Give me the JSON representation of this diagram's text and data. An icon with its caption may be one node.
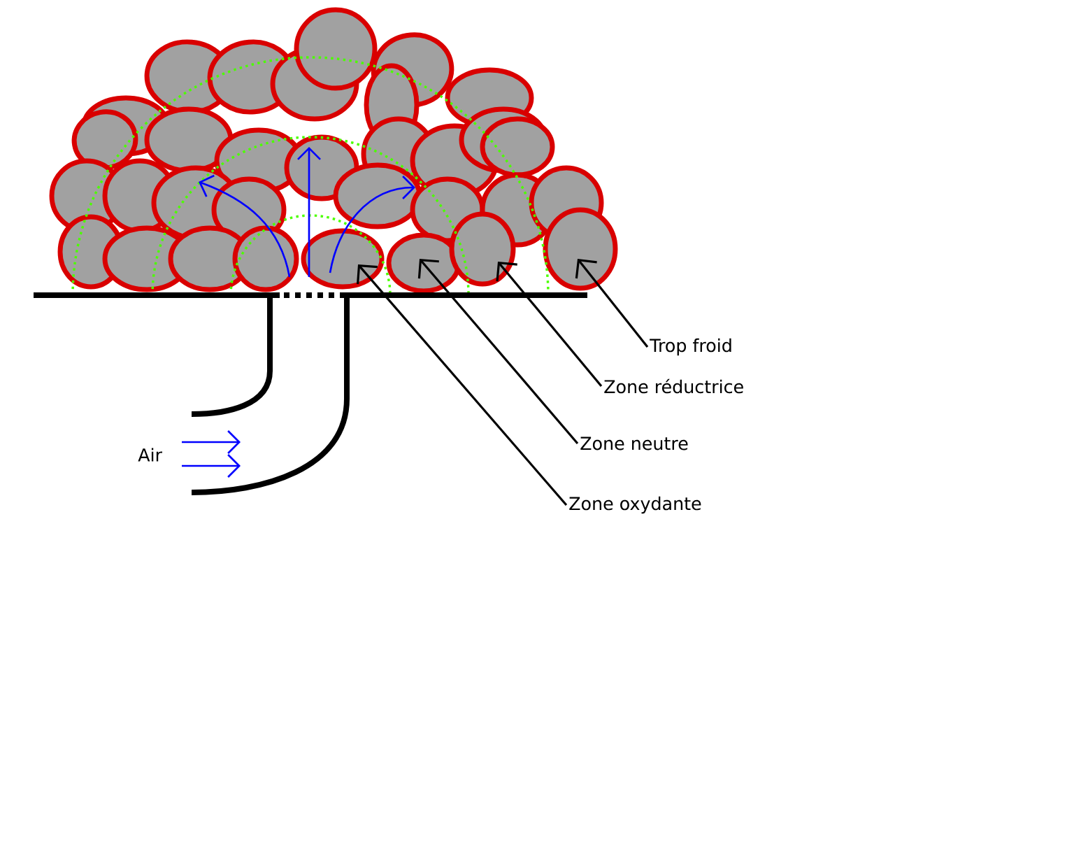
{
  "diagram": {
    "nodes": [
      {
        "text": [
          "Trop froid"
        ]
      },
      {
        "text": [
          "Zone réductrice"
        ]
      },
      {
        "text": [
          "Zone neutre"
        ]
      },
      {
        "text": [
          "Zone oxydante"
        ]
      }
    ],
    "edges": [
      {
        "from": 0,
        "to": null,
        "arrow": "to"
      },
      {
        "from": 1,
        "to": null,
        "arrow": "to"
      },
      {
        "from": 2,
        "to": null,
        "arrow": "to"
      },
      {
        "from": 3,
        "to": null,
        "arrow": "to"
      }
    ],
    "labels": [
      "Air"
    ]
  }
}
